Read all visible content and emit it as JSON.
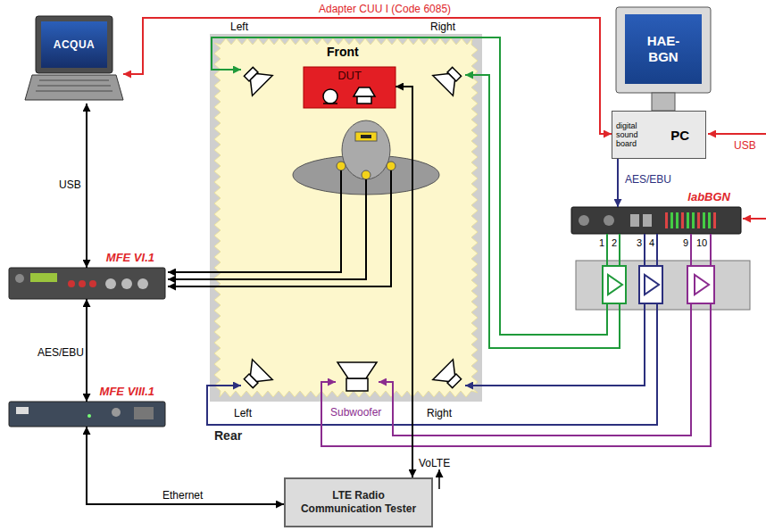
{
  "diagram": {
    "nodes": [
      {
        "text": [
          "ACQUA"
        ]
      },
      {
        "text": [
          "HAE-BGN"
        ]
      },
      {
        "text": [
          "digital sound board",
          "PC"
        ]
      },
      {
        "text": [
          "DUT"
        ]
      },
      {
        "text": [
          "labBGN"
        ]
      },
      {
        "text": [
          "MFE VI.1"
        ]
      },
      {
        "text": [
          "MFE VIII.1"
        ]
      },
      {
        "text": [
          "LTE Radio Communication Tester"
        ]
      }
    ],
    "edges": [
      {
        "from": 0,
        "to": 2,
        "arrow": "both",
        "label": "Adapter CUU I (Code 6085)"
      },
      {
        "from": 0,
        "to": 5,
        "arrow": "both",
        "label": "USB"
      },
      {
        "from": 5,
        "to": 6,
        "arrow": "both",
        "label": "AES/EBU"
      },
      {
        "from": 6,
        "to": 7,
        "arrow": "both",
        "label": "Ethernet"
      },
      {
        "from": 7,
        "to": 3,
        "arrow": "both",
        "label": "VoLTE"
      },
      {
        "from": 2,
        "to": 4,
        "arrow": "to",
        "label": "AES/EBU"
      }
    ],
    "labels": [
      "Left",
      "Front",
      "Right",
      "Left",
      "Subwoofer",
      "Right",
      "Rear",
      "1",
      "2",
      "3",
      "4",
      "9",
      "10",
      "USB"
    ]
  }
}
